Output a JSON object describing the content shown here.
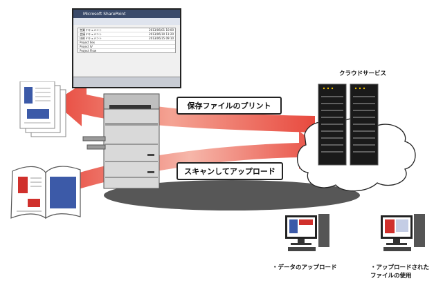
{
  "cloud_label": "クラウドサービス",
  "flows": {
    "print_label": "保存ファイルのプリント",
    "scan_label": "スキャンしてアップロード"
  },
  "clients": [
    {
      "caption": "・データのアップロード"
    },
    {
      "caption": "・アップロードされた\nファイルの使用"
    }
  ],
  "panel": {
    "title": "Microsoft SharePoint",
    "files": [
      {
        "name": "営業ドキュメント",
        "date": "2013/06/01 10:00"
      },
      {
        "name": "会議ドキュメント",
        "date": "2013/06/10 11:20"
      },
      {
        "name": "技術ドキュメント",
        "date": "2013/06/15 09:10"
      },
      {
        "name": "Project Ilex",
        "date": ""
      },
      {
        "name": "Project IV",
        "date": ""
      },
      {
        "name": "Project Flow",
        "date": ""
      }
    ]
  },
  "colors": {
    "arrow": "#e8342c",
    "server": "#1a1a1a",
    "server_light": "#f2c200",
    "doc_blue": "#3c5aa8",
    "book_red": "#d0302c"
  }
}
